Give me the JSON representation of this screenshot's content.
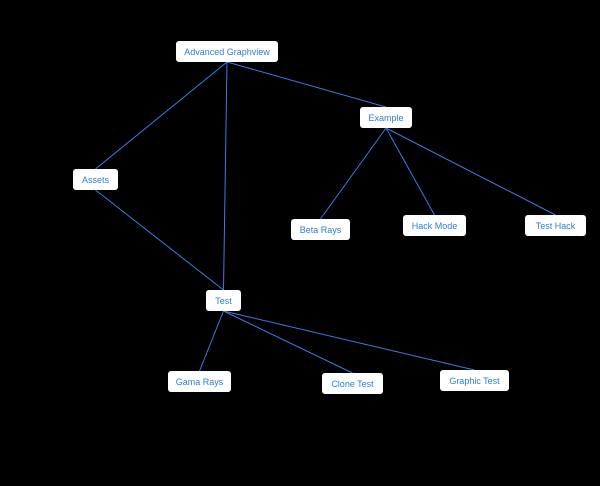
{
  "colors": {
    "background": "#000000",
    "node_fill": "#ffffff",
    "node_text": "#2a7fd4",
    "edge": "#3b7be8"
  },
  "nodes": {
    "advanced_graphview": "Advanced Graphview",
    "example": "Example",
    "assets": "Assets",
    "beta_rays": "Beta Rays",
    "hack_mode": "Hack Mode",
    "test_hack": "Test Hack",
    "test": "Test",
    "gama_rays": "Gama Rays",
    "clone_test": "Clone Test",
    "graphic_test": "Graphic Test"
  },
  "edges": [
    [
      "advanced_graphview",
      "example"
    ],
    [
      "advanced_graphview",
      "assets"
    ],
    [
      "advanced_graphview",
      "test"
    ],
    [
      "example",
      "beta_rays"
    ],
    [
      "example",
      "hack_mode"
    ],
    [
      "example",
      "test_hack"
    ],
    [
      "assets",
      "test"
    ],
    [
      "test",
      "gama_rays"
    ],
    [
      "test",
      "clone_test"
    ],
    [
      "test",
      "graphic_test"
    ]
  ]
}
